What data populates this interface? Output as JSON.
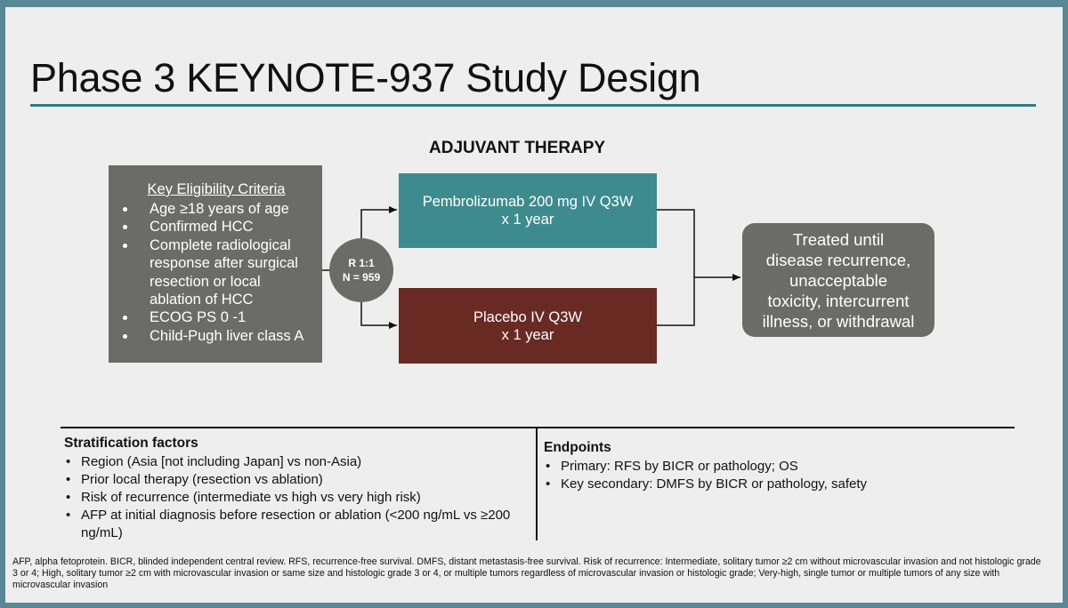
{
  "title": "Phase 3 KEYNOTE-937 Study Design",
  "adjuvant_heading": "ADJUVANT THERAPY",
  "eligibility": {
    "title": "Key Eligibility Criteria",
    "items": [
      "Age ≥18 years of age",
      "Confirmed HCC",
      "Complete radiological response after surgical resection or local ablation of HCC",
      "ECOG PS 0 -1",
      "Child-Pugh liver class A"
    ]
  },
  "randomization": {
    "ratio": "R 1:1",
    "n": "N = 959"
  },
  "arms": [
    {
      "line1": "Pembrolizumab 200 mg IV Q3W",
      "line2": "x 1 year",
      "color": "#3e8b8f"
    },
    {
      "line1": "Placebo IV Q3W",
      "line2": "x 1 year",
      "color": "#6a2a24"
    }
  ],
  "treated": [
    "Treated until",
    "disease recurrence,",
    "unacceptable",
    "toxicity, intercurrent",
    "illness, or withdrawal"
  ],
  "stratification": {
    "heading": "Stratification factors",
    "items": [
      "Region (Asia [not including Japan] vs non-Asia)",
      "Prior local therapy (resection vs ablation)",
      "Risk of recurrence (intermediate vs high vs very high risk)",
      "AFP at initial diagnosis before resection or ablation (<200 ng/mL vs ≥200 ng/mL)"
    ]
  },
  "endpoints": {
    "heading": "Endpoints",
    "items": [
      "Primary: RFS by BICR or pathology; OS",
      "Key secondary: DMFS by BICR or pathology, safety"
    ]
  },
  "footnote": "AFP, alpha fetoprotein. BICR, blinded independent central review. RFS, recurrence-free survival. DMFS, distant metastasis-free survival. Risk of recurrence: Intermediate, solitary tumor ≥2 cm without microvascular invasion and not histologic grade 3 or 4; High, solitary tumor ≥2 cm  with microvascular invasion or same size and histologic grade 3 or 4, or multiple tumors regardless of microvascular invasion or histologic grade; Very-high, single tumor or multiple tumors of any size with microvascular invasion",
  "colors": {
    "accent": "#2f7c86",
    "frame": "#5a8796",
    "box_gray": "#6b6b69"
  }
}
